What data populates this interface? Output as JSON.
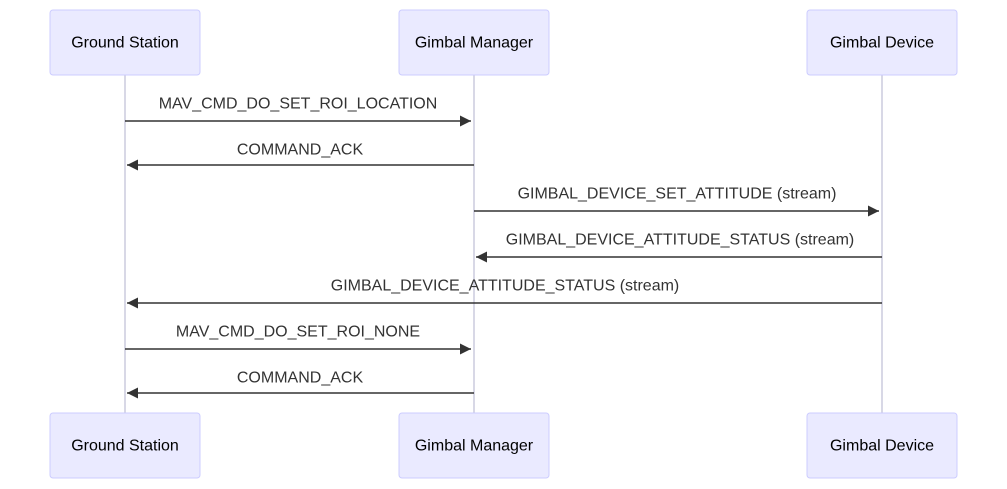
{
  "participants": [
    {
      "id": "gs",
      "label": "Ground Station"
    },
    {
      "id": "gm",
      "label": "Gimbal Manager"
    },
    {
      "id": "gd",
      "label": "Gimbal Device"
    }
  ],
  "messages": [
    {
      "from": "gs",
      "to": "gm",
      "label": "MAV_CMD_DO_SET_ROI_LOCATION"
    },
    {
      "from": "gm",
      "to": "gs",
      "label": "COMMAND_ACK"
    },
    {
      "from": "gm",
      "to": "gd",
      "label": "GIMBAL_DEVICE_SET_ATTITUDE (stream)"
    },
    {
      "from": "gd",
      "to": "gm",
      "label": "GIMBAL_DEVICE_ATTITUDE_STATUS (stream)"
    },
    {
      "from": "gd",
      "to": "gs",
      "label": "GIMBAL_DEVICE_ATTITUDE_STATUS (stream)"
    },
    {
      "from": "gs",
      "to": "gm",
      "label": "MAV_CMD_DO_SET_ROI_NONE"
    },
    {
      "from": "gm",
      "to": "gs",
      "label": "COMMAND_ACK"
    }
  ],
  "colors": {
    "actor_fill": "#eaeaff",
    "actor_border": "#ccccff",
    "lifeline": "#ccccdd",
    "message_line": "#333333",
    "text": "#333333"
  }
}
